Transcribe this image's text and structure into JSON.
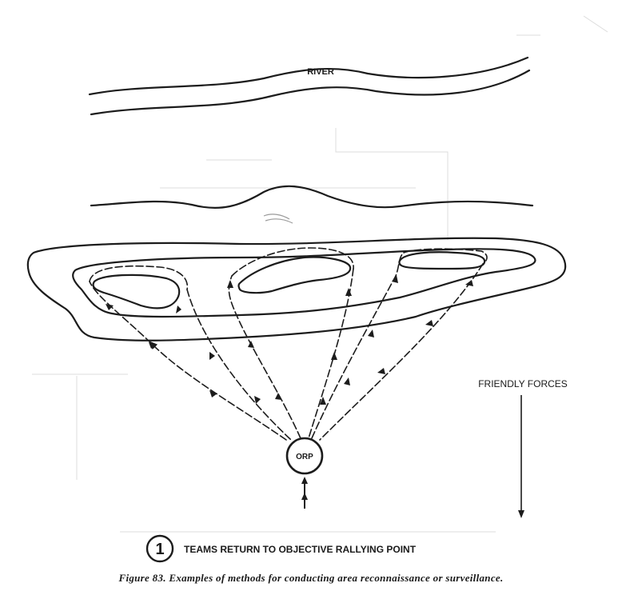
{
  "diagram": {
    "river_label": "RIVER",
    "rally_point_label": "ORP",
    "friendly_forces_label": "FRIENDLY FORCES",
    "step_number": "1",
    "step_caption": "TEAMS RETURN TO OBJECTIVE RALLYING POINT"
  },
  "caption": "Figure 83.  Examples of methods for conducting area reconnaissance or surveillance."
}
